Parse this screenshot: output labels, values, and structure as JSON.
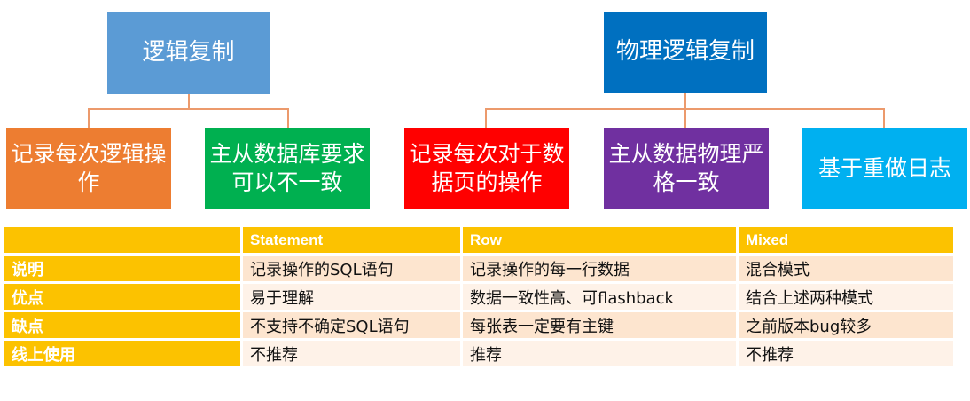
{
  "tree1": {
    "root": "逻辑复制",
    "children": [
      "记录每次逻辑操作",
      "主从数据库要求可以不一致"
    ]
  },
  "tree2": {
    "root": "物理逻辑复制",
    "children": [
      "记录每次对于数据页的操作",
      "主从数据物理严格一致",
      "基于重做日志"
    ]
  },
  "colors": {
    "tree1_root": "#5b9bd5",
    "tree2_root": "#0070c0",
    "orange": "#ed7d31",
    "green": "#00b050",
    "red": "#ff0000",
    "purple": "#7030a0",
    "cyan": "#00b0f0",
    "table_header": "#fcc200",
    "connector": "#ec9a6c"
  },
  "table": {
    "headers": [
      "",
      "Statement",
      "Row",
      "Mixed"
    ],
    "rows": [
      {
        "label": "说明",
        "cells": [
          "记录操作的SQL语句",
          "记录操作的每一行数据",
          "混合模式"
        ]
      },
      {
        "label": "优点",
        "cells": [
          "易于理解",
          "数据一致性高、可flashback",
          "结合上述两种模式"
        ]
      },
      {
        "label": "缺点",
        "cells": [
          "不支持不确定SQL语句",
          "每张表一定要有主键",
          "之前版本bug较多"
        ]
      },
      {
        "label": "线上使用",
        "cells": [
          "不推荐",
          "推荐",
          "不推荐"
        ]
      }
    ]
  }
}
